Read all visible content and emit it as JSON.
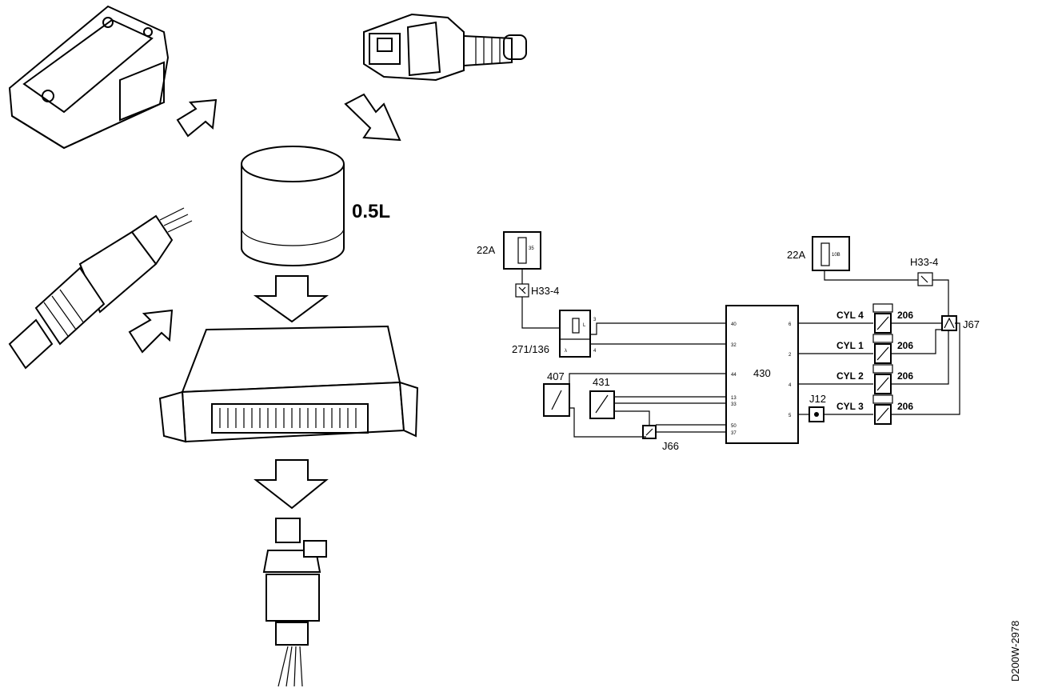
{
  "illustration": {
    "volume_label": "0.5L"
  },
  "schematic": {
    "fuse_left": {
      "label": "22A",
      "value": "35"
    },
    "fuse_right": {
      "label": "22A",
      "value": "10B"
    },
    "h33_left": "H33-4",
    "h33_right": "H33-4",
    "sensor_label": "271/136",
    "sensor_pins": [
      "3",
      "4"
    ],
    "comp_407": "407",
    "comp_431": "431",
    "ecu_label": "430",
    "ecu_left_pins": [
      "40",
      "32",
      "44",
      "13",
      "33",
      "50",
      "37"
    ],
    "ecu_right_pins": [
      "6",
      "2",
      "4",
      "5"
    ],
    "splice_j12": "J12",
    "splice_j66": "J66",
    "splice_j67": "J67",
    "cylinders": [
      {
        "label": "CYL 4",
        "component": "206"
      },
      {
        "label": "CYL 1",
        "component": "206"
      },
      {
        "label": "CYL 2",
        "component": "206"
      },
      {
        "label": "CYL 3",
        "component": "206"
      }
    ]
  },
  "figure_code": "D200W-2978"
}
